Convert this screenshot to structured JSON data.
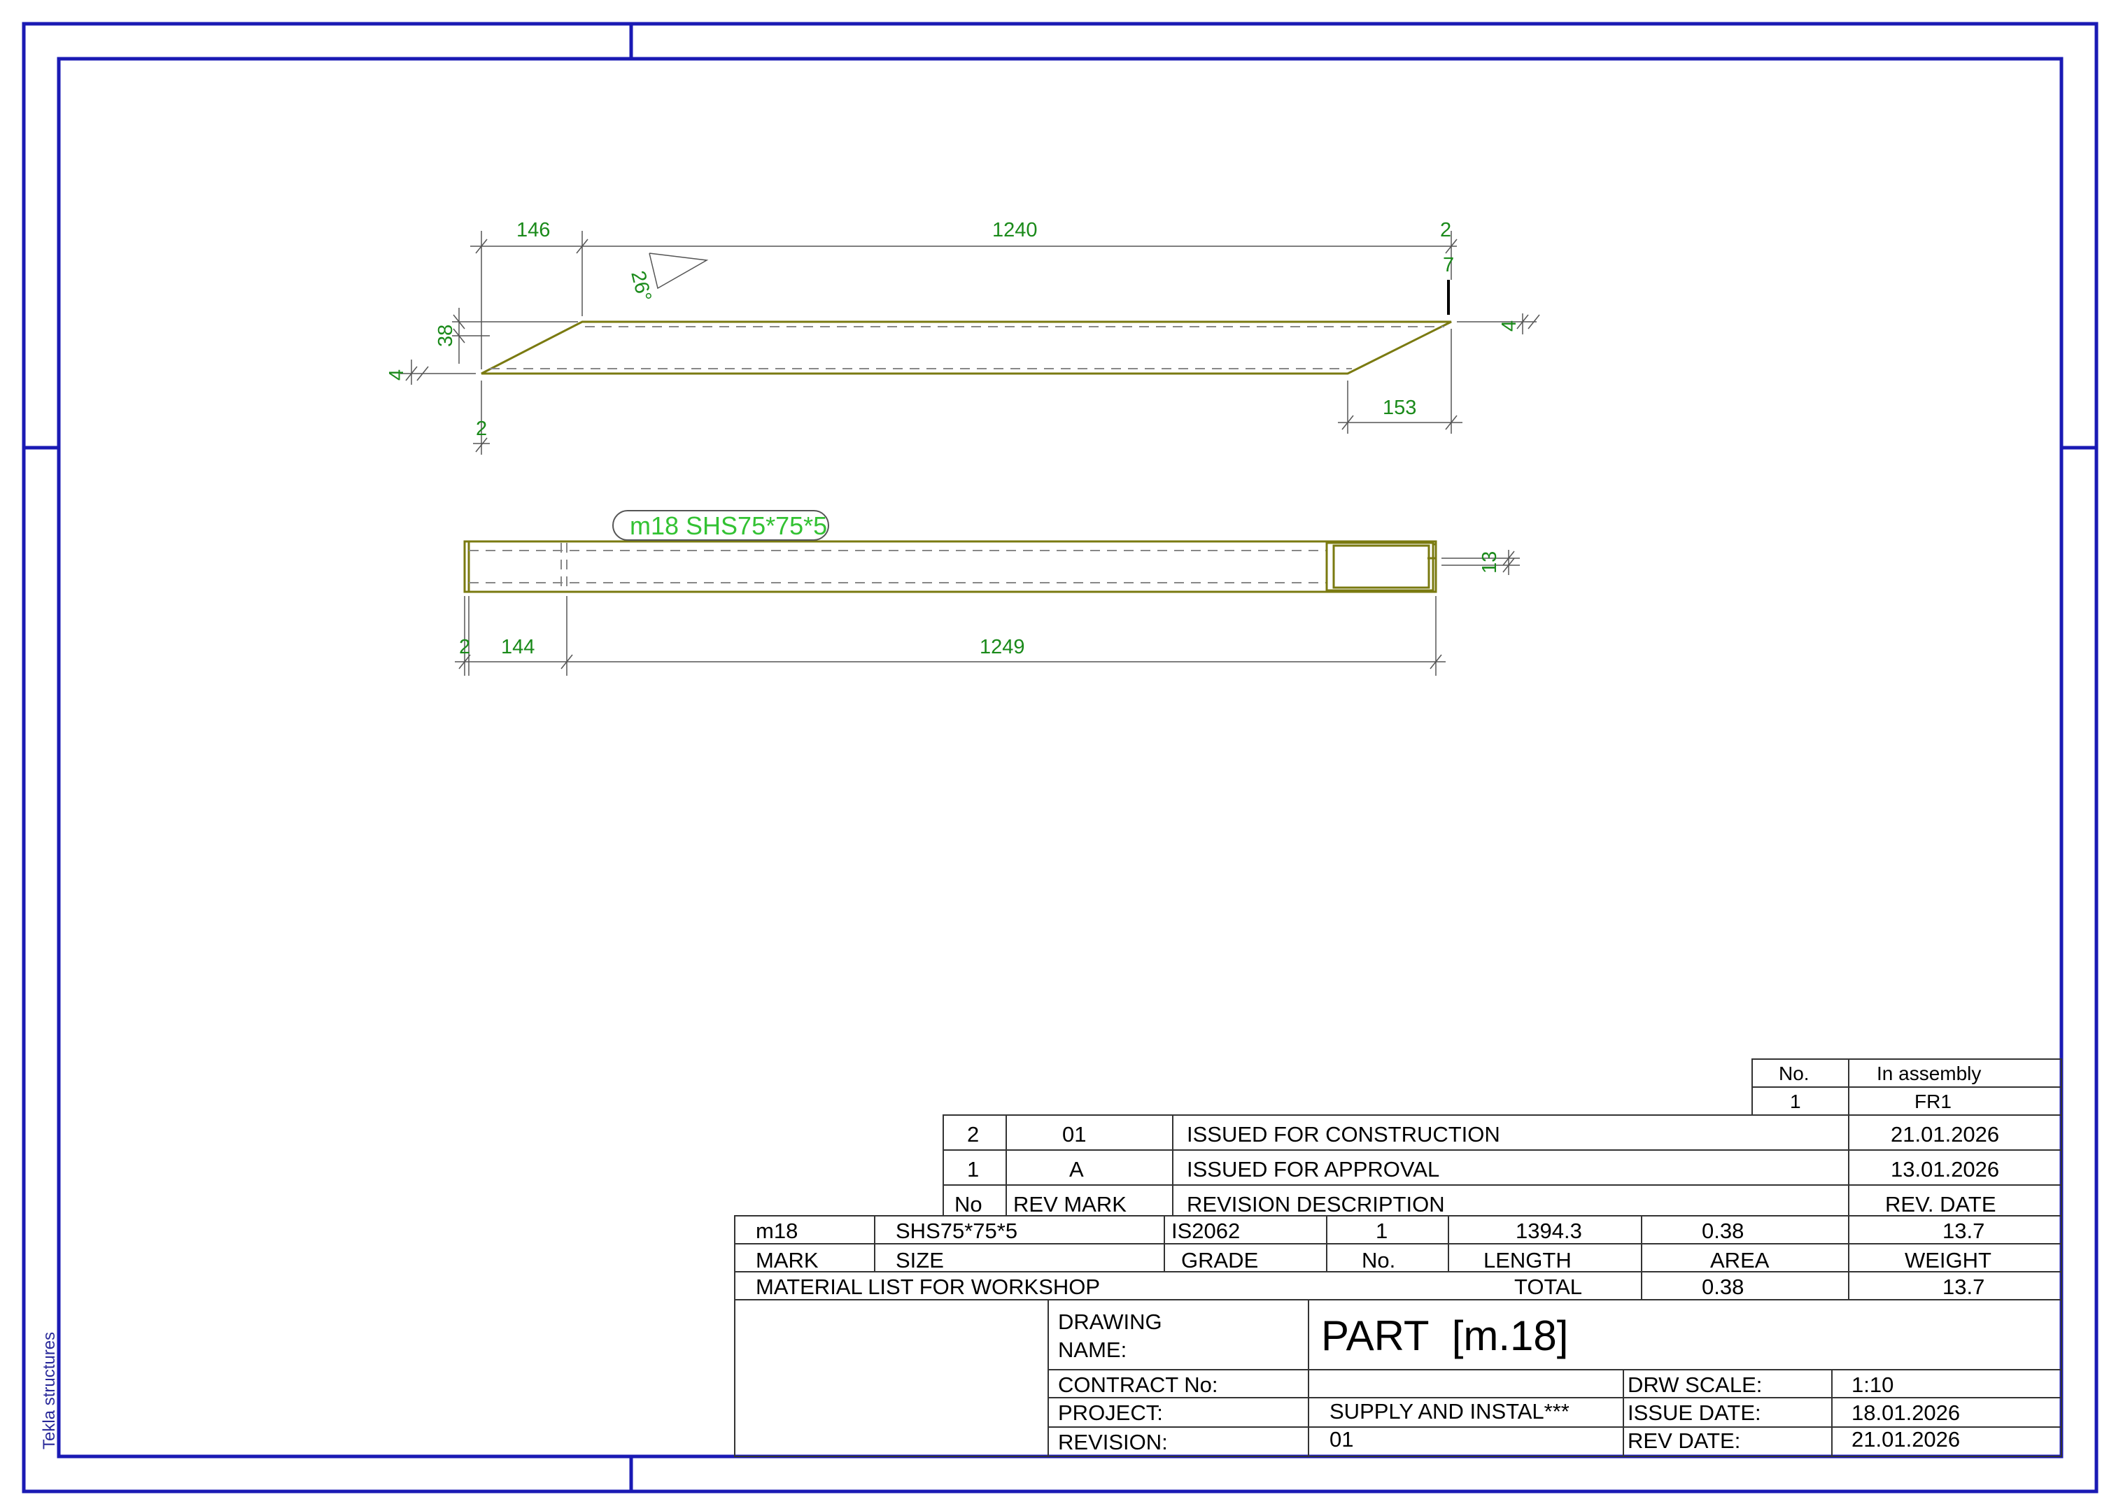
{
  "side_label": "Tekla structures",
  "view1": {
    "dims": {
      "d146": "146",
      "d1240": "1240",
      "d2_top": "2",
      "d7": "7",
      "angle": "26°",
      "d38": "38",
      "d4_left": "4",
      "d4_right": "4",
      "d2_bottom": "2",
      "d153": "153"
    }
  },
  "view2": {
    "part_mark": "m18 SHS75*75*5",
    "dims": {
      "d2": "2",
      "d144": "144",
      "d1249": "1249",
      "d13": "13"
    }
  },
  "assembly_table": {
    "headers": {
      "no": "No.",
      "in_assembly": "In assembly"
    },
    "row": {
      "no": "1",
      "assembly": "FR1"
    }
  },
  "revisions": {
    "rows": [
      {
        "no": "2",
        "mark": "01",
        "description": "ISSUED FOR CONSTRUCTION",
        "date": "21.01.2026"
      },
      {
        "no": "1",
        "mark": "A",
        "description": "ISSUED FOR APPROVAL",
        "date": "13.01.2026"
      }
    ],
    "headers": {
      "no": "No",
      "mark": "REV MARK",
      "description": "REVISION DESCRIPTION",
      "date": "REV. DATE"
    }
  },
  "material": {
    "row": {
      "mark": "m18",
      "size": "SHS75*75*5",
      "grade": "IS2062",
      "no": "1",
      "length": "1394.3",
      "area": "0.38",
      "weight": "13.7"
    },
    "headers": {
      "mark": "MARK",
      "size": "SIZE",
      "grade": "GRADE",
      "no": "No.",
      "length": "LENGTH",
      "area": "AREA",
      "weight": "WEIGHT"
    },
    "list_title": "MATERIAL LIST FOR WORKSHOP",
    "total_label": "TOTAL",
    "total_area": "0.38",
    "total_weight": "13.7"
  },
  "title_block": {
    "drawing_label_1": "DRAWING",
    "drawing_label_2": "NAME:",
    "drawing_name": "PART  [m.18]",
    "contract_label": "CONTRACT No:",
    "contract_value": "",
    "project_label": "PROJECT:",
    "project_value": "SUPPLY AND INSTAL***",
    "revision_label": "REVISION:",
    "revision_value": "01",
    "scale_label": "DRW SCALE:",
    "scale_value": "1:10",
    "issue_label": "ISSUE DATE:",
    "issue_value": "18.01.2026",
    "revdate_label": "REV DATE:",
    "revdate_value": "21.01.2026"
  }
}
